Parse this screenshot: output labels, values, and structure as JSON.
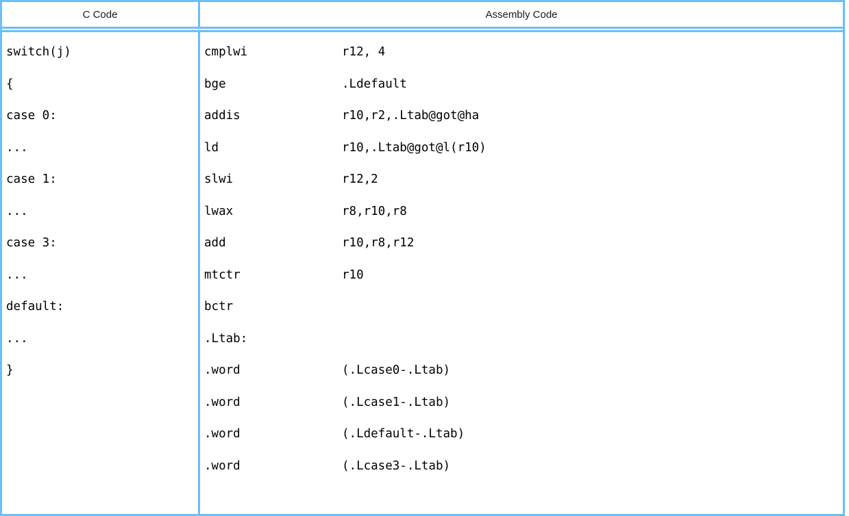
{
  "table": {
    "columns": [
      {
        "key": "c_code",
        "label": "C Code"
      },
      {
        "key": "assembly_code",
        "label": "Assembly Code"
      }
    ],
    "border_color": "#6bbef9",
    "text_color": "#000000",
    "c_code_lines": [
      "switch(j)",
      "{",
      "case 0:",
      "...",
      "case 1:",
      "...",
      "case 3:",
      "...",
      "default:",
      "...",
      "}",
      "",
      "",
      "",
      ""
    ],
    "assembly_lines": [
      {
        "mnemonic": "cmplwi",
        "operand": "r12, 4"
      },
      {
        "mnemonic": "bge",
        "operand": ".Ldefault"
      },
      {
        "mnemonic": "addis",
        "operand": "r10,r2,.Ltab@got@ha"
      },
      {
        "mnemonic": "ld",
        "operand": "r10,.Ltab@got@l(r10)"
      },
      {
        "mnemonic": "slwi",
        "operand": "r12,2"
      },
      {
        "mnemonic": "lwax",
        "operand": "r8,r10,r8"
      },
      {
        "mnemonic": "add",
        "operand": "r10,r8,r12"
      },
      {
        "mnemonic": "mtctr",
        "operand": "r10"
      },
      {
        "mnemonic": "bctr",
        "operand": ""
      },
      {
        "mnemonic": ".Ltab:",
        "operand": ""
      },
      {
        "mnemonic": ".word",
        "operand": "(.Lcase0-.Ltab)"
      },
      {
        "mnemonic": ".word",
        "operand": "(.Lcase1-.Ltab)"
      },
      {
        "mnemonic": ".word",
        "operand": "(.Ldefault-.Ltab)"
      },
      {
        "mnemonic": ".word",
        "operand": "(.Lcase3-.Ltab)"
      }
    ]
  }
}
